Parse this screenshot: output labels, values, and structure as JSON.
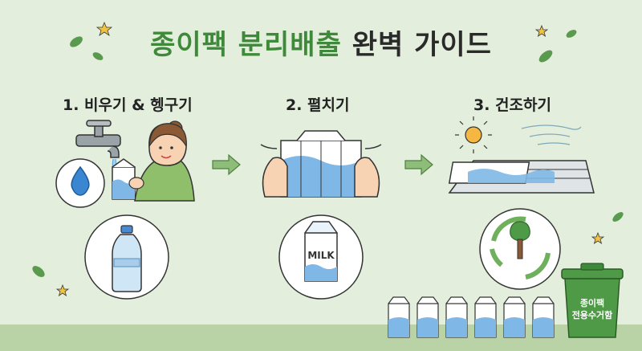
{
  "title": {
    "part1": "종이팩 분리배출",
    "part2": " 완벽 가이드"
  },
  "steps": [
    {
      "label": "1. 비우기 & 헹구기"
    },
    {
      "label": "2. 펼치기"
    },
    {
      "label": "3. 건조하기"
    }
  ],
  "milk_text": "MILK",
  "bin": {
    "line1": "종이팩",
    "line2": "전용수거함"
  },
  "colors": {
    "accent_green": "#3f8a3a",
    "carton_blue": "#7fb8e6",
    "background": "#e3eedc"
  }
}
